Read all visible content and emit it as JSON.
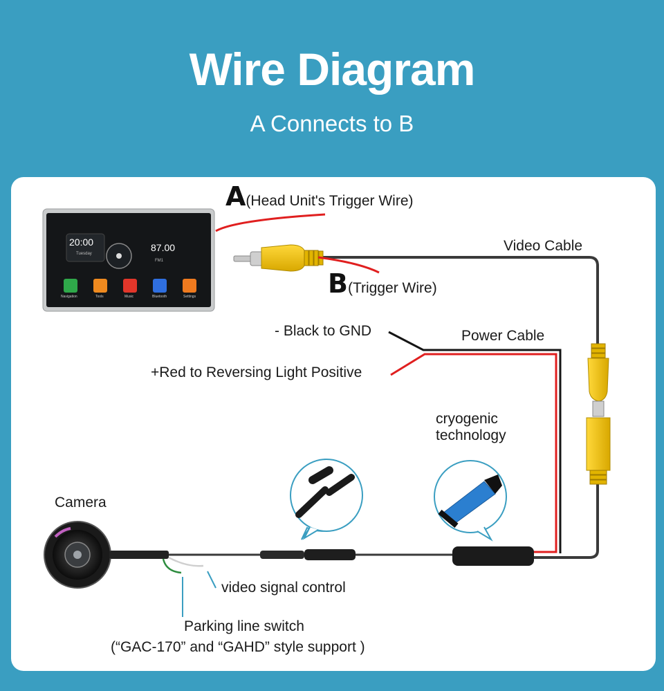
{
  "header": {
    "title": "Wire Diagram",
    "subtitle": "A Connects to B"
  },
  "labels": {
    "a_letter": "A",
    "a_text": "(Head Unit's Trigger Wire)",
    "b_letter": "B",
    "b_text": "(Trigger Wire)",
    "video_cable": "Video Cable",
    "black_gnd": "- Black to GND",
    "red_positive": "+Red to Reversing Light Positive",
    "power_cable": "Power Cable",
    "cryogenic_1": "cryogenic",
    "cryogenic_2": "technology",
    "camera": "Camera",
    "video_signal": "video signal control",
    "parking_1": "Parking line switch",
    "parking_2": "(“GAC-170” and “GAHD” style support )"
  },
  "head_unit": {
    "clock": "20:00",
    "day": "Tuesday",
    "radio": "87.00",
    "band": "FM1",
    "apps": [
      "Navigation",
      "Tools",
      "Music",
      "Bluetooth",
      "Settings"
    ]
  },
  "colors": {
    "background": "#3a9ec1",
    "wire_red": "#e01f1f",
    "wire_black": "#222222",
    "connector_yellow": "#f2c200"
  }
}
